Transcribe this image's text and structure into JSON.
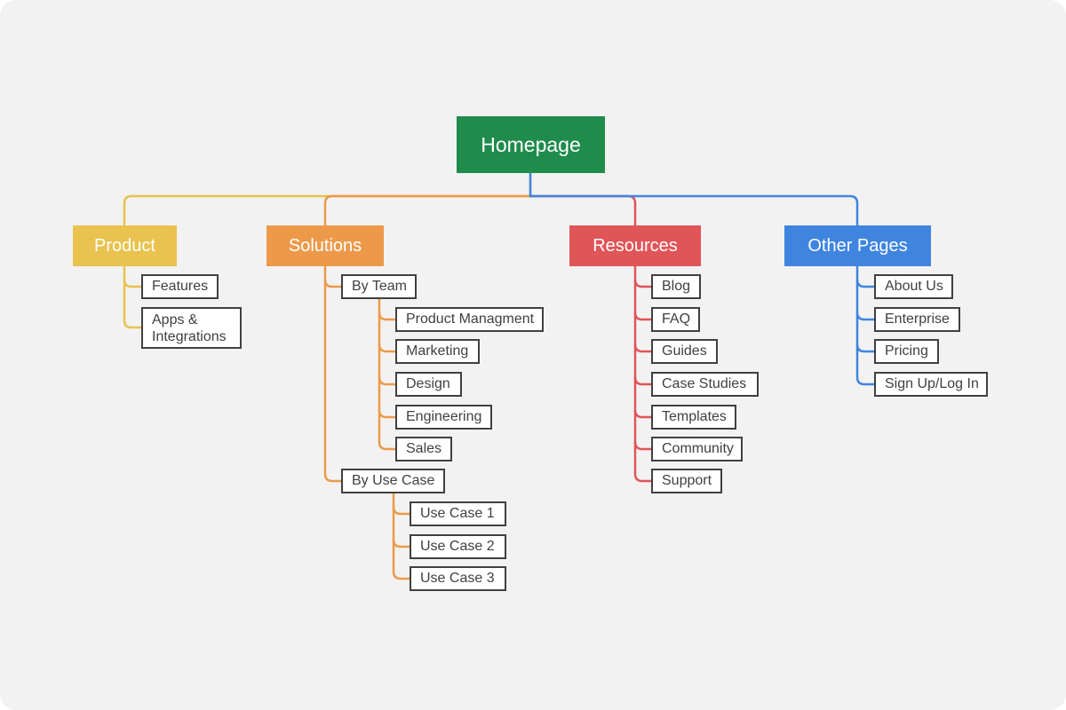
{
  "colors": {
    "background": "#f2f2f2",
    "root": "#1f8c4c",
    "product": "#e9c24f",
    "solutions": "#ec9a4a",
    "resources": "#e05558",
    "other": "#3f85e0"
  },
  "root": {
    "label": "Homepage"
  },
  "product": {
    "label": "Product",
    "items": [
      "Features",
      "Apps & Integrations"
    ]
  },
  "solutions": {
    "label": "Solutions",
    "by_team": {
      "label": "By Team",
      "items": [
        "Product Managment",
        "Marketing",
        "Design",
        "Engineering",
        "Sales"
      ]
    },
    "by_use_case": {
      "label": "By Use Case",
      "items": [
        "Use Case 1",
        "Use Case 2",
        "Use Case 3"
      ]
    }
  },
  "resources": {
    "label": "Resources",
    "items": [
      "Blog",
      "FAQ",
      "Guides",
      "Case Studies",
      "Templates",
      "Community",
      "Support"
    ]
  },
  "other_pages": {
    "label": "Other Pages",
    "items": [
      "About Us",
      "Enterprise",
      "Pricing",
      "Sign Up/Log In"
    ]
  }
}
